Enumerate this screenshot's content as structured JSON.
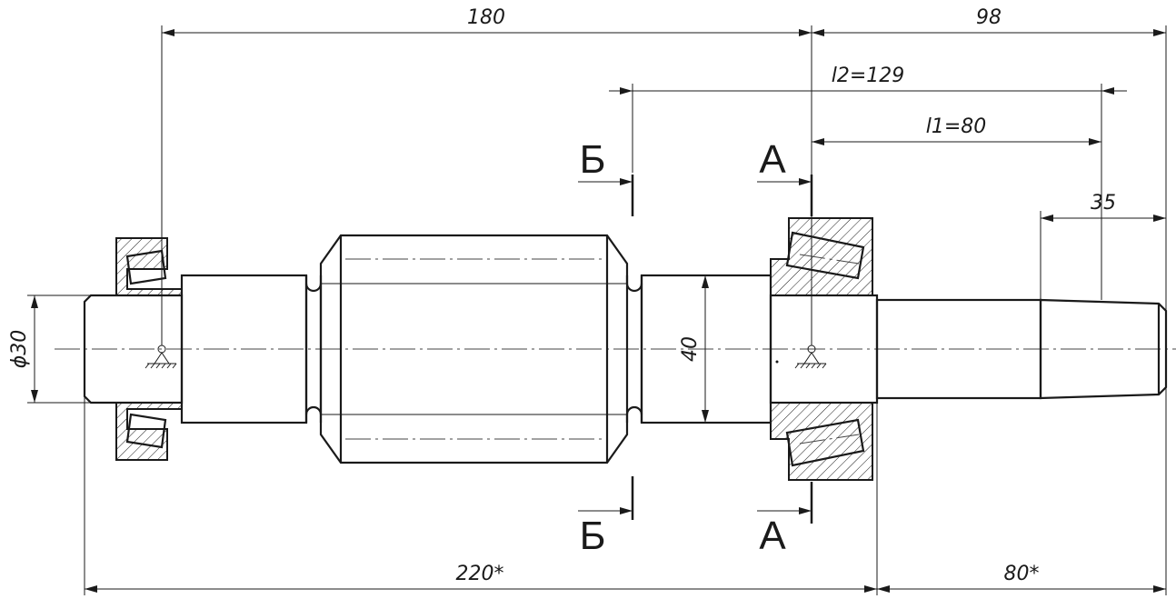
{
  "dimensions": {
    "top_left": "180",
    "top_right": "98",
    "l2": "l2=129",
    "l1": "l1=80",
    "taper": "35",
    "diameter_left": "ϕ30",
    "diameter_mid": "40",
    "bottom_left": "220*",
    "bottom_right": "80*"
  },
  "sections": {
    "b_top": "Б",
    "a_top": "А",
    "b_bottom": "Б",
    "a_bottom": "А"
  }
}
